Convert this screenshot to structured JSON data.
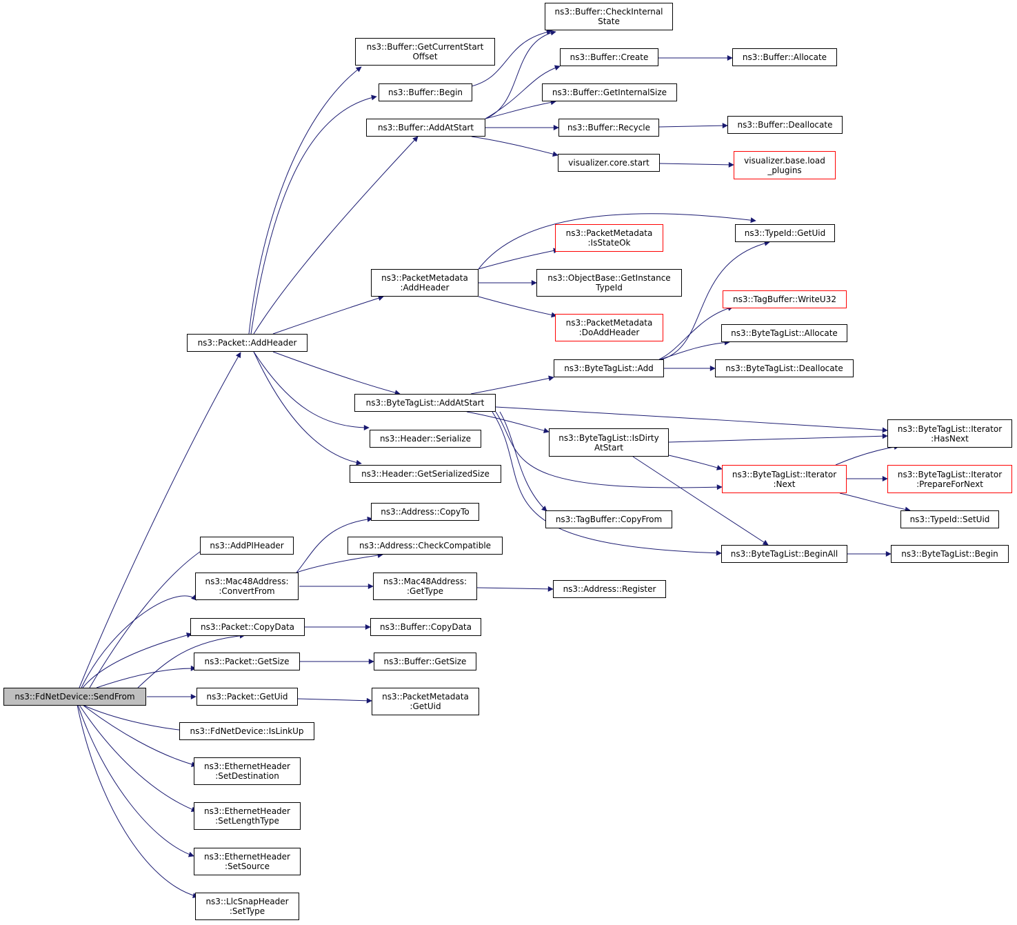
{
  "colors": {
    "edge": "#191970",
    "border": "#000000",
    "highlight_border": "#ff0000",
    "root_fill": "#bfbfbf"
  },
  "nodes": [
    {
      "id": "sendfrom",
      "lines": [
        "ns3::FdNetDevice::SendFrom"
      ],
      "root": true
    },
    {
      "id": "pkt_addheader",
      "lines": [
        "ns3::Packet::AddHeader"
      ]
    },
    {
      "id": "addpiheader",
      "lines": [
        "ns3::AddPIHeader"
      ]
    },
    {
      "id": "mac48_convert",
      "lines": [
        "ns3::Mac48Address:",
        ":ConvertFrom"
      ]
    },
    {
      "id": "pkt_copydata",
      "lines": [
        "ns3::Packet::CopyData"
      ]
    },
    {
      "id": "pkt_getsize",
      "lines": [
        "ns3::Packet::GetSize"
      ]
    },
    {
      "id": "pkt_getuid",
      "lines": [
        "ns3::Packet::GetUid"
      ]
    },
    {
      "id": "fd_islinkup",
      "lines": [
        "ns3::FdNetDevice::IsLinkUp"
      ]
    },
    {
      "id": "eth_setdest",
      "lines": [
        "ns3::EthernetHeader",
        ":SetDestination"
      ]
    },
    {
      "id": "eth_setlen",
      "lines": [
        "ns3::EthernetHeader",
        ":SetLengthType"
      ]
    },
    {
      "id": "eth_setsrc",
      "lines": [
        "ns3::EthernetHeader",
        ":SetSource"
      ]
    },
    {
      "id": "llc_settype",
      "lines": [
        "ns3::LlcSnapHeader",
        ":SetType"
      ]
    },
    {
      "id": "buf_getcso",
      "lines": [
        "ns3::Buffer::GetCurrentStart",
        "Offset"
      ]
    },
    {
      "id": "buf_begin",
      "lines": [
        "ns3::Buffer::Begin"
      ]
    },
    {
      "id": "buf_addatstart",
      "lines": [
        "ns3::Buffer::AddAtStart"
      ]
    },
    {
      "id": "pm_addheader",
      "lines": [
        "ns3::PacketMetadata",
        ":AddHeader"
      ]
    },
    {
      "id": "btl_addatstart",
      "lines": [
        "ns3::ByteTagList::AddAtStart"
      ]
    },
    {
      "id": "hdr_serialize",
      "lines": [
        "ns3::Header::Serialize"
      ]
    },
    {
      "id": "hdr_getss",
      "lines": [
        "ns3::Header::GetSerializedSize"
      ]
    },
    {
      "id": "addr_copyto",
      "lines": [
        "ns3::Address::CopyTo"
      ]
    },
    {
      "id": "addr_checkcompat",
      "lines": [
        "ns3::Address::CheckCompatible"
      ]
    },
    {
      "id": "mac48_gettype",
      "lines": [
        "ns3::Mac48Address:",
        ":GetType"
      ]
    },
    {
      "id": "buf_copydata",
      "lines": [
        "ns3::Buffer::CopyData"
      ]
    },
    {
      "id": "buf_getsize",
      "lines": [
        "ns3::Buffer::GetSize"
      ]
    },
    {
      "id": "pm_getuid",
      "lines": [
        "ns3::PacketMetadata",
        ":GetUid"
      ]
    },
    {
      "id": "buf_checkint",
      "lines": [
        "ns3::Buffer::CheckInternal",
        "State"
      ]
    },
    {
      "id": "buf_create",
      "lines": [
        "ns3::Buffer::Create"
      ]
    },
    {
      "id": "buf_getintsize",
      "lines": [
        "ns3::Buffer::GetInternalSize"
      ]
    },
    {
      "id": "buf_recycle",
      "lines": [
        "ns3::Buffer::Recycle"
      ]
    },
    {
      "id": "vis_start",
      "lines": [
        "visualizer.core.start"
      ]
    },
    {
      "id": "pm_isstateok",
      "lines": [
        "ns3::PacketMetadata",
        ":IsStateOk"
      ],
      "red": true
    },
    {
      "id": "ob_getinst",
      "lines": [
        "ns3::ObjectBase::GetInstance",
        "TypeId"
      ]
    },
    {
      "id": "pm_doaddheader",
      "lines": [
        "ns3::PacketMetadata",
        ":DoAddHeader"
      ],
      "red": true
    },
    {
      "id": "btl_add",
      "lines": [
        "ns3::ByteTagList::Add"
      ]
    },
    {
      "id": "btl_isdirty",
      "lines": [
        "ns3::ByteTagList::IsDirty",
        "AtStart"
      ]
    },
    {
      "id": "tb_copyfrom",
      "lines": [
        "ns3::TagBuffer::CopyFrom"
      ]
    },
    {
      "id": "addr_register",
      "lines": [
        "ns3::Address::Register"
      ]
    },
    {
      "id": "buf_allocate",
      "lines": [
        "ns3::Buffer::Allocate"
      ]
    },
    {
      "id": "buf_dealloc",
      "lines": [
        "ns3::Buffer::Deallocate"
      ]
    },
    {
      "id": "vis_loadplugins",
      "lines": [
        "visualizer.base.load",
        "_plugins"
      ],
      "red": true
    },
    {
      "id": "typeid_getuid",
      "lines": [
        "ns3::TypeId::GetUid"
      ]
    },
    {
      "id": "tb_writeu32",
      "lines": [
        "ns3::TagBuffer::WriteU32"
      ],
      "red": true
    },
    {
      "id": "btl_allocate",
      "lines": [
        "ns3::ByteTagList::Allocate"
      ]
    },
    {
      "id": "btl_dealloc",
      "lines": [
        "ns3::ByteTagList::Deallocate"
      ]
    },
    {
      "id": "btl_it_next",
      "lines": [
        "ns3::ByteTagList::Iterator",
        ":Next"
      ],
      "red": true
    },
    {
      "id": "btl_beginall",
      "lines": [
        "ns3::ByteTagList::BeginAll"
      ]
    },
    {
      "id": "btl_it_hasnext",
      "lines": [
        "ns3::ByteTagList::Iterator",
        ":HasNext"
      ]
    },
    {
      "id": "btl_it_prep",
      "lines": [
        "ns3::ByteTagList::Iterator",
        ":PrepareForNext"
      ],
      "red": true
    },
    {
      "id": "typeid_setuid",
      "lines": [
        "ns3::TypeId::SetUid"
      ]
    },
    {
      "id": "btl_begin",
      "lines": [
        "ns3::ByteTagList::Begin"
      ]
    }
  ]
}
